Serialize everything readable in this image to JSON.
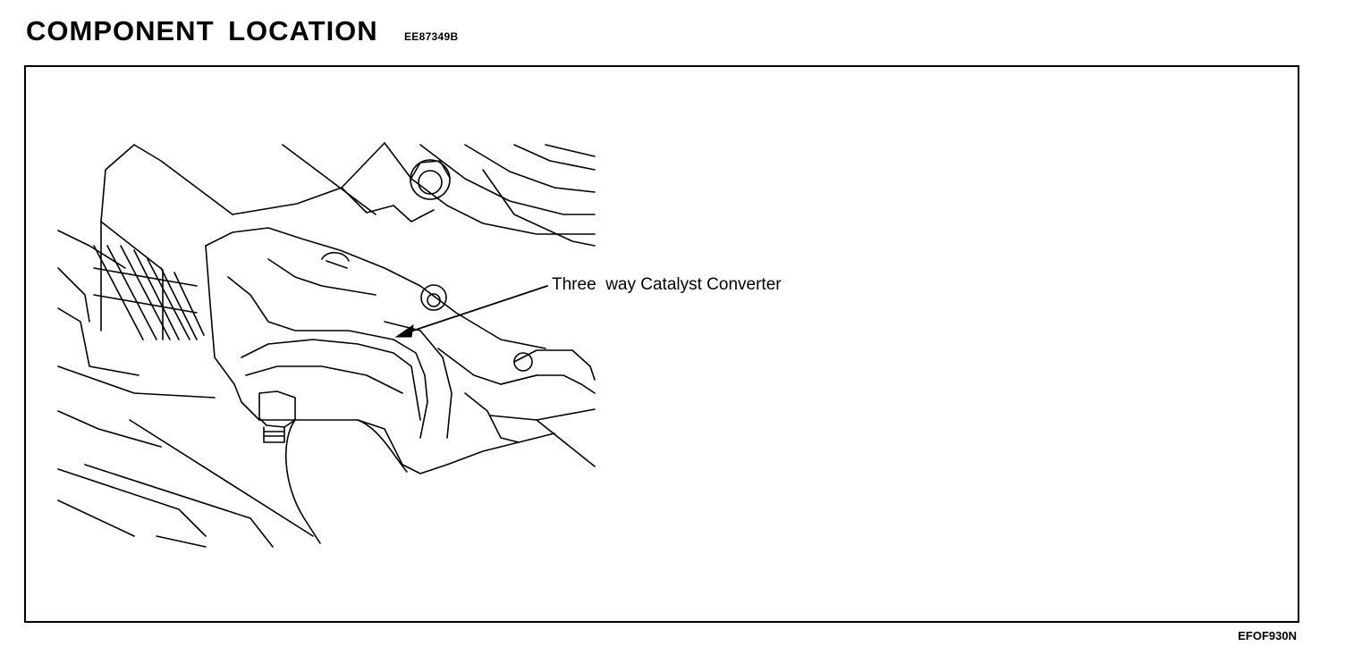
{
  "header": {
    "title": "COMPONENT LOCATION",
    "code": "EE87349B"
  },
  "figure": {
    "callout_label": "Three  way Catalyst Converter",
    "figure_code": "EFOF930N"
  }
}
